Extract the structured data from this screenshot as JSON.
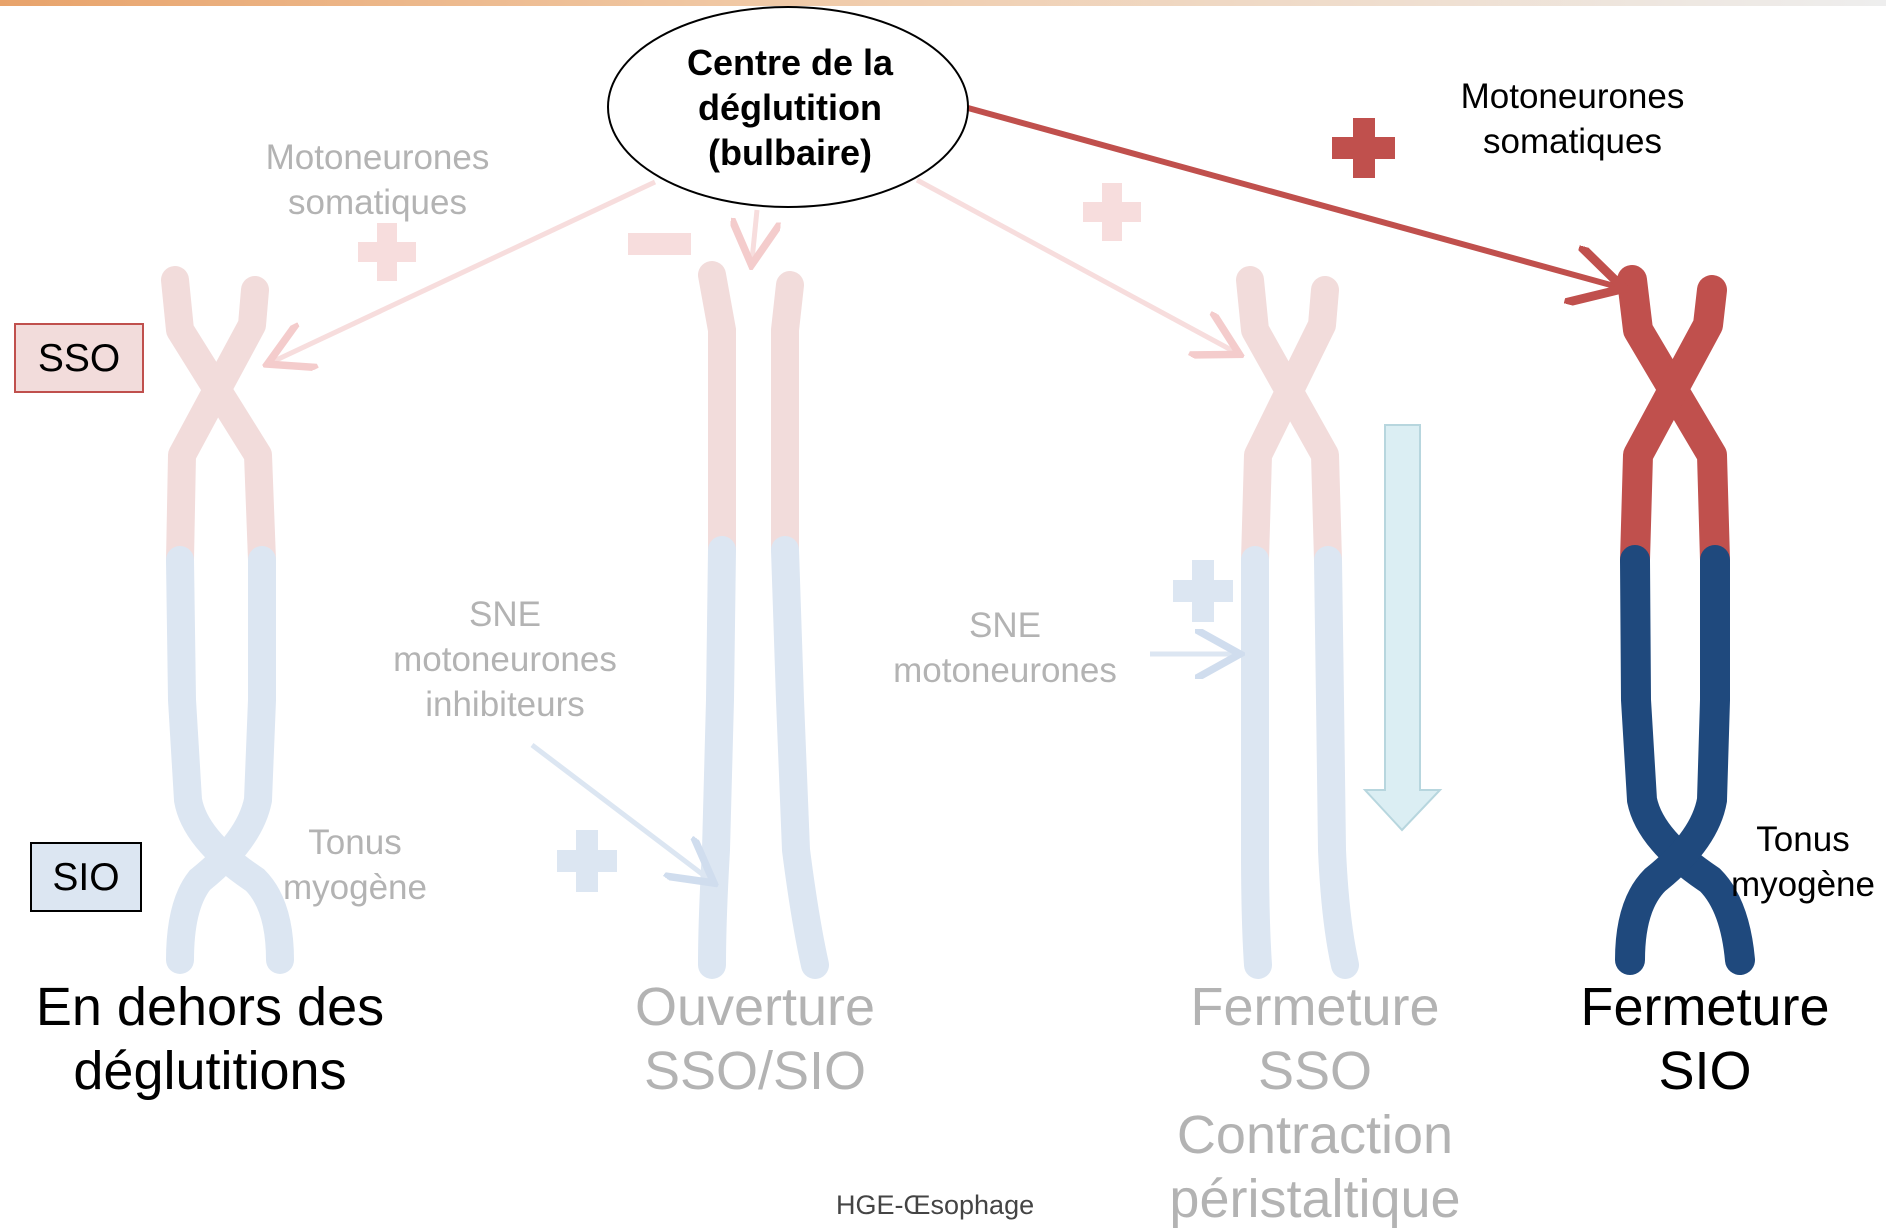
{
  "center": {
    "lines": [
      "Centre de la",
      "déglutition",
      "(bulbaire)"
    ]
  },
  "side_labels": {
    "sso": "SSO",
    "sio": "SIO"
  },
  "annotations": {
    "motoneurones_somatiques_left": [
      "Motoneurones",
      "somatiques"
    ],
    "motoneurones_somatiques_right": [
      "Motoneurones",
      "somatiques"
    ],
    "sne_inhibiteurs": [
      "SNE",
      "motoneurones",
      "inhibiteurs"
    ],
    "sne_motoneurones": [
      "SNE",
      "motoneurones"
    ],
    "tonus_left": [
      "Tonus",
      "myogène"
    ],
    "tonus_right": [
      "Tonus",
      "myogène"
    ]
  },
  "captions": {
    "col1": [
      "En dehors des",
      "déglutitions"
    ],
    "col2": [
      "Ouverture",
      "SSO/SIO"
    ],
    "col3": [
      "Fermeture",
      "SSO",
      "Contraction",
      "péristaltique"
    ],
    "col4": [
      "Fermeture",
      "SIO"
    ]
  },
  "footer": "HGE-Œsophage",
  "colors": {
    "sso_active": "#c0504d",
    "sio_active": "#1f497d",
    "sso_faded": "#f2dcdb",
    "sio_faded": "#dce6f2",
    "arrow_active": "#c0504d",
    "arrow_faded_red": "#f7dddd",
    "arrow_faded_blue": "#dce6f2",
    "peristalsis_arrow": "#dbeef3",
    "faded_text": "#b3b3b3"
  },
  "icons": [
    "plus-icon",
    "minus-icon"
  ]
}
